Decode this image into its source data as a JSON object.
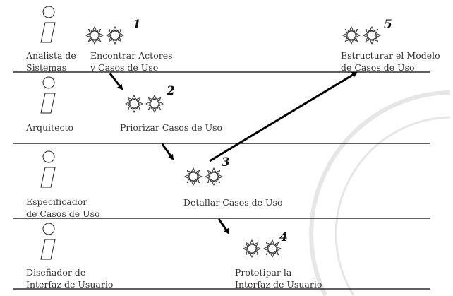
{
  "roles": [
    {
      "line1": "Analista de",
      "line2": "Sistemas"
    },
    {
      "line1": "Arquitecto",
      "line2": ""
    },
    {
      "line1": "Especificador",
      "line2": "de Casos de Uso"
    },
    {
      "line1": "Diseñador de",
      "line2": "Interfaz de Usuario"
    }
  ],
  "activities": [
    {
      "number": "1",
      "line1": "Encontrar Actores",
      "line2": "y Casos de Uso"
    },
    {
      "number": "2",
      "line1": "Priorizar Casos de Uso",
      "line2": ""
    },
    {
      "number": "3",
      "line1": "Detallar Casos de Uso",
      "line2": ""
    },
    {
      "number": "4",
      "line1": "Prototipar la",
      "line2": "Interfaz de Usuario"
    },
    {
      "number": "5",
      "line1": "Estructurar el Modelo",
      "line2": "de Casos de Uso"
    }
  ],
  "icons": {
    "worker": "actor-icon",
    "activity": "activity-sun-icon"
  },
  "colors": {
    "line": "#000000",
    "watermark": "#e6e6e6"
  }
}
